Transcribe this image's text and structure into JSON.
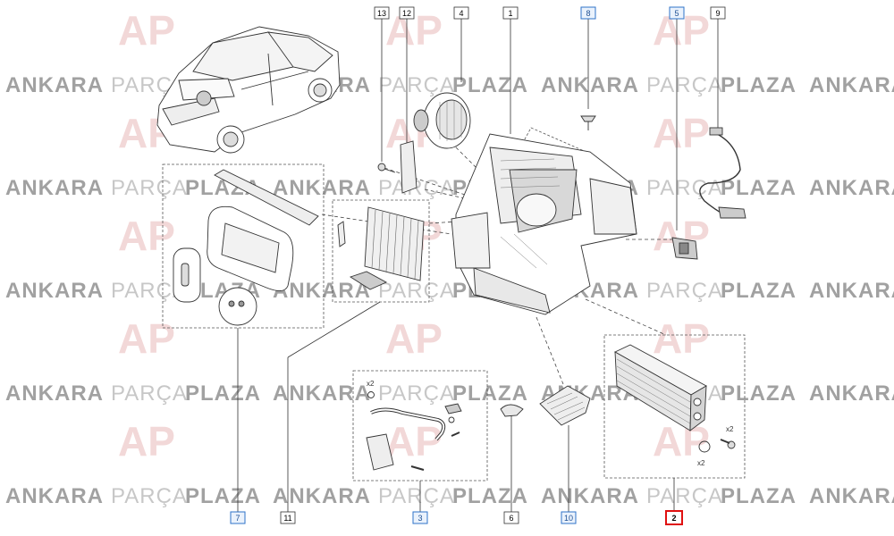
{
  "watermark": {
    "word1": "ANKARA",
    "word2": "PARÇA",
    "word3": "PLAZA",
    "logo_text": "AP",
    "color_dark": "#555555",
    "color_light": "#9a9a9a",
    "logo_color": "#e9b9b9"
  },
  "callouts": [
    {
      "id": "c13",
      "label": "13",
      "style": "plain"
    },
    {
      "id": "c12",
      "label": "12",
      "style": "plain"
    },
    {
      "id": "c4",
      "label": "4",
      "style": "plain"
    },
    {
      "id": "c1",
      "label": "1",
      "style": "plain"
    },
    {
      "id": "c8",
      "label": "8",
      "style": "blue"
    },
    {
      "id": "c5",
      "label": "5",
      "style": "blue"
    },
    {
      "id": "c9",
      "label": "9",
      "style": "plain"
    },
    {
      "id": "c7",
      "label": "7",
      "style": "blue"
    },
    {
      "id": "c11",
      "label": "11",
      "style": "plain"
    },
    {
      "id": "c3",
      "label": "3",
      "style": "blue"
    },
    {
      "id": "c6",
      "label": "6",
      "style": "plain"
    },
    {
      "id": "c10",
      "label": "10",
      "style": "blue"
    },
    {
      "id": "c2",
      "label": "2",
      "style": "selected"
    }
  ],
  "notes": {
    "x2_hose": "x2",
    "x2_heater_screw": "x2",
    "x2_heater_oring": "x2"
  },
  "colors": {
    "line": "#333333",
    "callout_blue": "#2f73c9",
    "callout_selected": "#e01010",
    "dashed": "#555555"
  }
}
